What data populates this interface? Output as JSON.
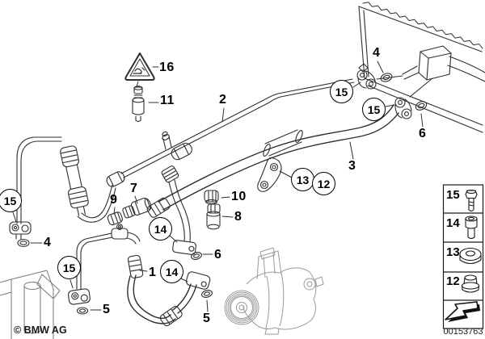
{
  "footer": {
    "copyright": "© BMW AG",
    "diagram_id": "00153763"
  },
  "colors": {
    "line": "#2e2e2e",
    "light_line": "#9a9a9a",
    "label": "#000000",
    "background": "#ffffff"
  },
  "callouts": {
    "c16": "16",
    "c11": "11",
    "c2": "2",
    "c4_top": "4",
    "c6_top": "6",
    "c3": "3",
    "c15_a": "15",
    "c15_b": "15",
    "c13": "13",
    "c12": "12",
    "c7": "7",
    "c9": "9",
    "c10": "10",
    "c8": "8",
    "c4_left": "4",
    "c15_left": "15",
    "c6_mid": "6",
    "c14_mid": "14",
    "c1": "1",
    "c5_left": "5",
    "c15_bottom": "15",
    "c14_bottom": "14",
    "c5_right": "5"
  },
  "legend": {
    "items": [
      {
        "number": "15",
        "icon": "hex-head-bolt-icon"
      },
      {
        "number": "14",
        "icon": "socket-head-screw-icon"
      },
      {
        "number": "13",
        "icon": "rubber-grommet-icon"
      },
      {
        "number": "12",
        "icon": "flanged-nut-icon"
      }
    ],
    "direction_arrow_icon": "direction-arrow-icon"
  },
  "icons": {
    "warning_triangle": "refrigerant-warning-triangle-icon"
  }
}
